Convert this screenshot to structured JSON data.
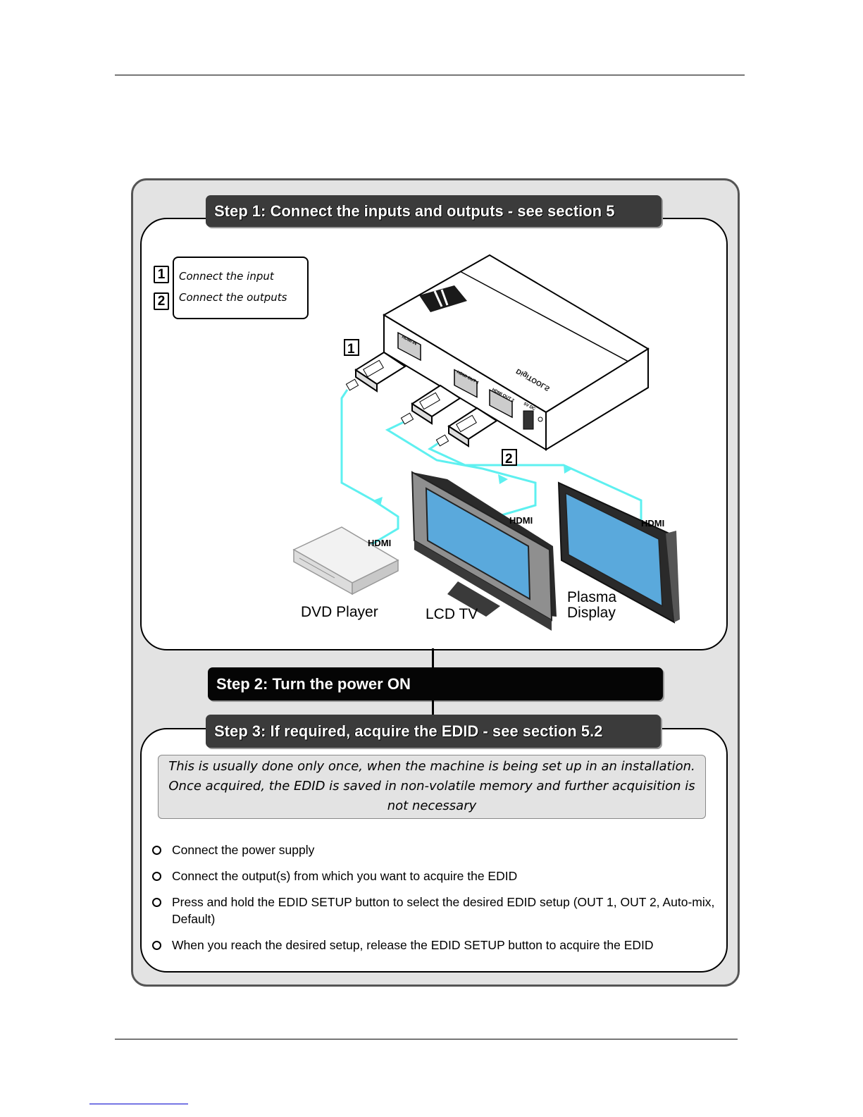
{
  "step1": {
    "title": "Step 1: Connect the inputs and outputs - see section 5",
    "legend": [
      {
        "num": "1",
        "text": "Connect the input"
      },
      {
        "num": "2",
        "text": "Connect the outputs"
      }
    ],
    "callouts": [
      "1",
      "2"
    ],
    "devices": {
      "dvd": "DVD Player",
      "lcd": "LCD TV",
      "plasma_line1": "Plasma",
      "plasma_line2": "Display"
    },
    "hdmi_label": "HDMI",
    "port_labels": {
      "in": "HDMI IN",
      "out1": "HDMI OUT 1",
      "out2": "HDMI OUT 2",
      "power": "5V DC"
    },
    "brand_text": "DigiTOOLS"
  },
  "step2": {
    "title": "Step 2: Turn the power ON"
  },
  "step3": {
    "title": "Step 3: If required, acquire the EDID - see section 5.2",
    "note": "This is usually done only once, when the machine is being set up in an installation. Once acquired, the EDID is saved in non-volatile memory and further acquisition is not necessary",
    "items": [
      "Connect the power supply",
      "Connect the output(s) from which you want to acquire the EDID",
      "Press and hold the EDID SETUP button to select the desired EDID setup (OUT 1, OUT 2, Auto-mix, Default)",
      "When you reach the desired setup, release the EDID SETUP button to acquire the EDID"
    ]
  },
  "colors": {
    "cable": "#5ef0f0",
    "screen": "#5aa9dc",
    "banner": "#3b3b3b"
  }
}
